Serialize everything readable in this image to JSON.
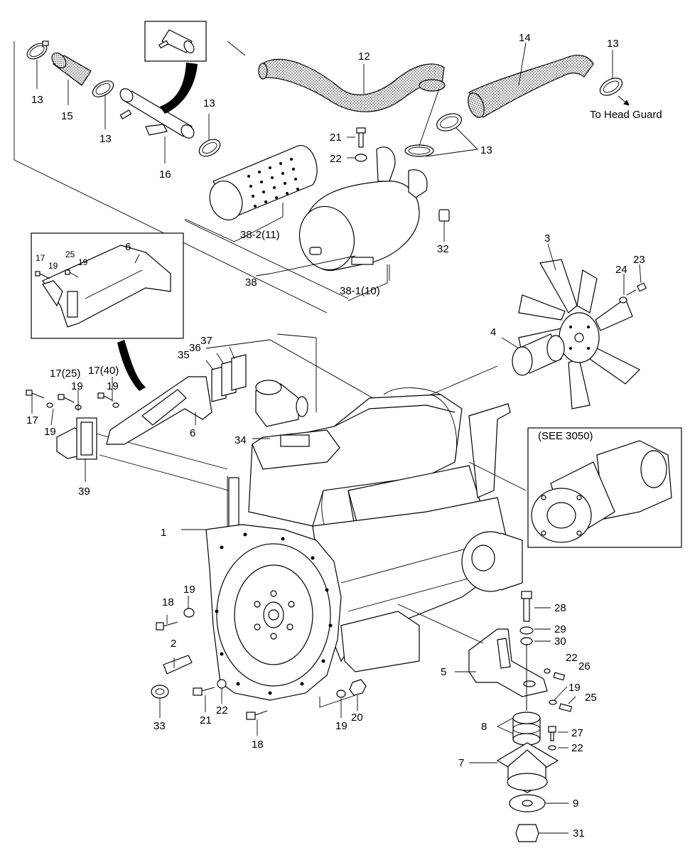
{
  "labels": {
    "l1": "1",
    "l2": "2",
    "l3": "3",
    "l4": "4",
    "l5": "5",
    "l6a": "6",
    "l6b": "6",
    "l7": "7",
    "l8": "8",
    "l9": "9",
    "l12": "12",
    "l13a": "13",
    "l13b": "13",
    "l13c": "13",
    "l13d": "13",
    "l13e": "13",
    "l14": "14",
    "l15": "15",
    "l16": "16",
    "l17a": "17",
    "l17b": "17",
    "l17_25": "17(25)",
    "l17_40": "17(40)",
    "l18a": "18",
    "l18b": "18",
    "l19a": "19",
    "l19b": "19",
    "l19c": "19",
    "l19d": "19",
    "l19e": "19",
    "l19f": "19",
    "l19g": "19",
    "l19h": "19",
    "l20": "20",
    "l21a": "21",
    "l21b": "21",
    "l22a": "22",
    "l22b": "22",
    "l22c": "22",
    "l22d": "22",
    "l23": "23",
    "l24": "24",
    "l25a": "25",
    "l25b": "25",
    "l26": "26",
    "l27": "27",
    "l28": "28",
    "l29": "29",
    "l30": "30",
    "l31": "31",
    "l32": "32",
    "l33": "33",
    "l34": "34",
    "l35": "35",
    "l36": "36",
    "l37": "37",
    "l38": "38",
    "l38_1": "38-1(10)",
    "l38_2": "38-2(11)",
    "l39": "39",
    "to_head_guard": "To Head Guard",
    "see_3050": "(SEE 3050)"
  }
}
